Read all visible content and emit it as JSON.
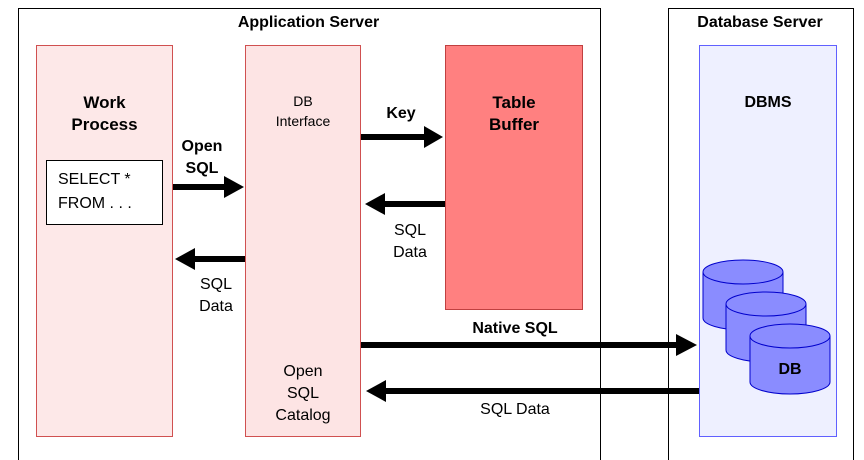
{
  "app_server": {
    "title": "Application Server"
  },
  "db_server": {
    "title": "Database Server"
  },
  "work_process": {
    "title": "Work\nProcess",
    "code": "SELECT *\nFROM . . ."
  },
  "db_interface": {
    "title": "DB\nInterface",
    "catalog": "Open\nSQL\nCatalog"
  },
  "table_buffer": {
    "title": "Table\nBuffer"
  },
  "dbms": {
    "title": "DBMS",
    "db_label": "DB"
  },
  "arrows": {
    "open_sql": "Open\nSQL",
    "sql_data_left": "SQL\nData",
    "key": "Key",
    "sql_data_buffer": "SQL\nData",
    "native_sql": "Native SQL",
    "sql_data_db": "SQL Data"
  },
  "colors": {
    "work_process_fill": "#fde8e8",
    "db_interface_fill": "#fde4e4",
    "table_buffer_fill": "#ff8080",
    "dbms_fill": "#eef0ff",
    "cylinder_fill": "#8a8cff"
  }
}
